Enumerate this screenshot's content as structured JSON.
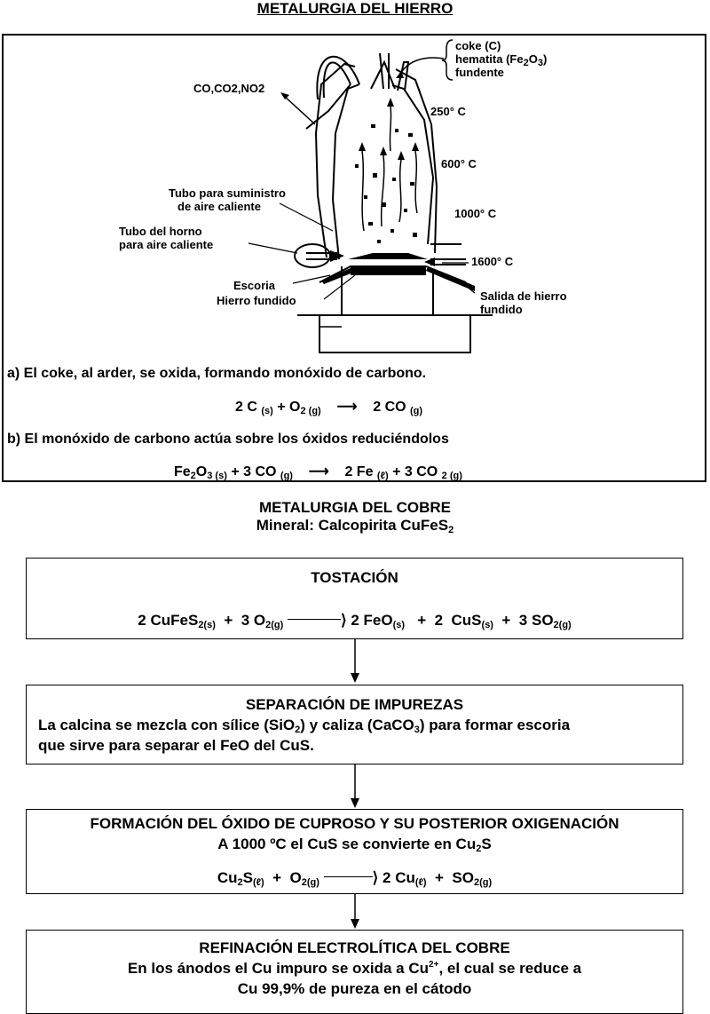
{
  "iron": {
    "title": "METALURGIA DEL HIERRO",
    "labels": {
      "gases": "CO,CO2,NO2",
      "charge1": "coke (C)",
      "charge2": "hematita (Fe",
      "charge2_sub": "2",
      "charge2_b": "O",
      "charge2_sub2": "3",
      "charge2_end": ")",
      "charge3": "fundente",
      "t250": "250° C",
      "t600": "600° C",
      "t1000": "1000° C",
      "t1600": "1600° C",
      "tubo1a": "Tubo para suministro",
      "tubo1b": "de aire caliente",
      "tubo2a": "Tubo del horno",
      "tubo2b": "para aire caliente",
      "escoria": "Escoria",
      "hierro": "Hierro fundido",
      "salida1": "Salida de hierro",
      "salida2": "fundido"
    },
    "step_a": "a) El coke, al arder, se oxida, formando monóxido de carbono.",
    "step_b": "b) El monóxido de carbono actúa sobre los óxidos reduciéndolos"
  },
  "copper": {
    "title": "METALURGIA DEL COBRE",
    "mineral": "Mineral: Calcopirita CuFeS",
    "mineral_sub": "2",
    "box1_title": "TOSTACIÓN",
    "box2_title": "SEPARACIÓN DE IMPUREZAS",
    "box2_line1": "La calcina se mezcla con sílice (SiO",
    "box2_line1_b": ") y caliza (CaCO",
    "box2_line1_c": ") para formar escoria",
    "box2_line2": "que sirve para separar el FeO del CuS.",
    "box3_title": "FORMACIÓN DEL ÓXIDO DE CUPROSO Y SU POSTERIOR OXIGENACIÓN",
    "box3_line1": "A 1000 ºC  el CuS se convierte en Cu",
    "box3_line1_sub": "2",
    "box3_line1_end": "S",
    "box4_title": "REFINACIÓN ELECTROLÍTICA DEL COBRE",
    "box4_line1": "En los ánodos el Cu impuro se oxida a Cu",
    "box4_line1_sup": "2+",
    "box4_line1_end": ", el cual se reduce a",
    "box4_line2": "Cu 99,9% de pureza en el cátodo"
  }
}
